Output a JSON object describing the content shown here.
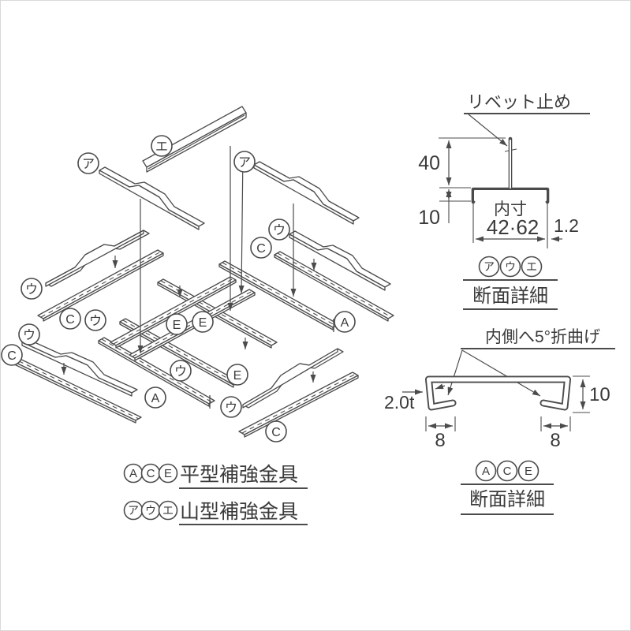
{
  "colors": {
    "line": "#4b4b4b",
    "text": "#3a3a3a",
    "background": "#ffffff"
  },
  "exploded_view": {
    "part_labels": [
      {
        "text": "エ"
      },
      {
        "text": "ア"
      },
      {
        "text": "ア"
      },
      {
        "text": "ウ"
      },
      {
        "text": "C"
      },
      {
        "text": "ウ"
      },
      {
        "text": "C"
      },
      {
        "text": "ウ"
      },
      {
        "text": "E"
      },
      {
        "text": "E"
      },
      {
        "text": "A"
      },
      {
        "text": "ウ"
      },
      {
        "text": "C"
      },
      {
        "text": "ウ"
      },
      {
        "text": "E"
      },
      {
        "text": "A"
      },
      {
        "text": "ウ"
      },
      {
        "text": "C"
      }
    ]
  },
  "detail_top": {
    "callout": "リベット止め",
    "dims": {
      "height": "40",
      "leg": "10",
      "inner_label": "内寸",
      "inner_value": "42·62",
      "thickness": "1.2"
    },
    "badges": [
      "ア",
      "ウ",
      "エ"
    ],
    "caption": "断面詳細"
  },
  "detail_bottom": {
    "callout": "内側へ5°折曲げ",
    "dims": {
      "thickness": "2.0t",
      "height": "10",
      "foot_left": "8",
      "foot_right": "8"
    },
    "badges": [
      "A",
      "C",
      "E"
    ],
    "caption": "断面詳細"
  },
  "legend": {
    "rows": [
      {
        "badges": [
          "A",
          "C",
          "E"
        ],
        "label": "平型補強金具"
      },
      {
        "badges": [
          "ア",
          "ウ",
          "エ"
        ],
        "label": "山型補強金具"
      }
    ]
  }
}
